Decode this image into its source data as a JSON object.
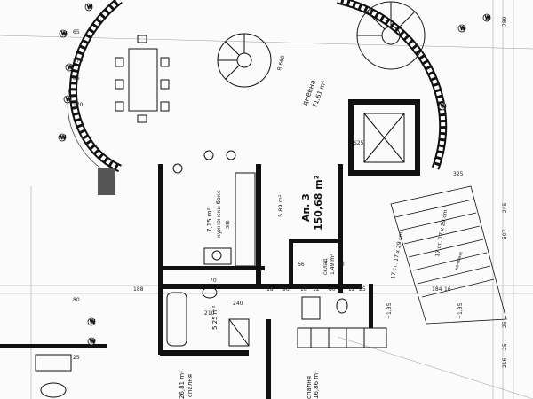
{
  "plan": {
    "apartment": {
      "name": "Ап. 3",
      "area": "150,68 m²"
    },
    "rooms": {
      "living": {
        "name": "дневна",
        "area": "71,61 m²"
      },
      "kitchen": {
        "name": "кухненски бокс",
        "area": "7,15 m²",
        "code": "306"
      },
      "bath": {
        "area": "5,25 m²"
      },
      "hall": {
        "area": "5,89 m²"
      },
      "storage": {
        "name": "склад",
        "area": "1,49 m²"
      },
      "bedroom1": {
        "name": "спалня",
        "area": "26,81 m²"
      },
      "bedroom2": {
        "name": "спалня",
        "area": "16,86 m²"
      }
    },
    "stairs": {
      "run1": "17 ст. 17 x 29 cm",
      "run2": "17 ст. 17 x 29 cm",
      "direction": "качване"
    },
    "levels": [
      "+1,35",
      "+1,35"
    ],
    "dimensions_top": [
      "188",
      "18",
      "96",
      "18",
      "12",
      "80",
      "12",
      "25",
      "184",
      "16"
    ],
    "dimensions_right": [
      "789",
      "507",
      "245",
      "216",
      "25",
      "25"
    ],
    "dimensions_left": [
      "65",
      "170",
      "85",
      "170",
      "80",
      "25"
    ],
    "axis_markers": [
      "W",
      "W",
      "W",
      "W",
      "W",
      "W",
      "W",
      "W",
      "W",
      "W"
    ],
    "misc_text": {
      "door_a": "70",
      "door_b": "66",
      "door_c": "90",
      "arrow_r": "R 660",
      "step_label": "S25",
      "dim_240": "240",
      "dim_210": "210",
      "dim_325": "325"
    }
  }
}
